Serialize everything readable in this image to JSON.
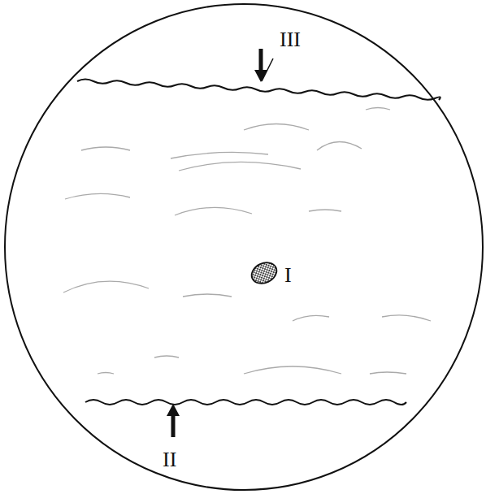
{
  "diagram": {
    "labels": [
      "III",
      "I",
      "II"
    ]
  }
}
